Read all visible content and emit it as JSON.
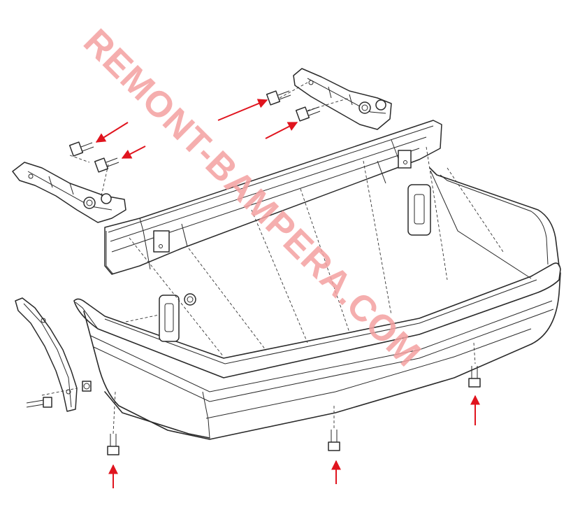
{
  "watermark": {
    "text": "REMONT-BAMPERA.COM"
  },
  "colors": {
    "arrow": "#e0141e",
    "line": "#2a2a2a",
    "watermark": "#f4a0a0",
    "background": "#ffffff"
  },
  "parts": [
    "rear-bumper-cover",
    "bumper-reinforcement-beam",
    "left-mounting-bracket",
    "right-mounting-bracket",
    "side-guide-bracket",
    "bumper-isolator-left",
    "bumper-isolator-right",
    "bolts"
  ]
}
